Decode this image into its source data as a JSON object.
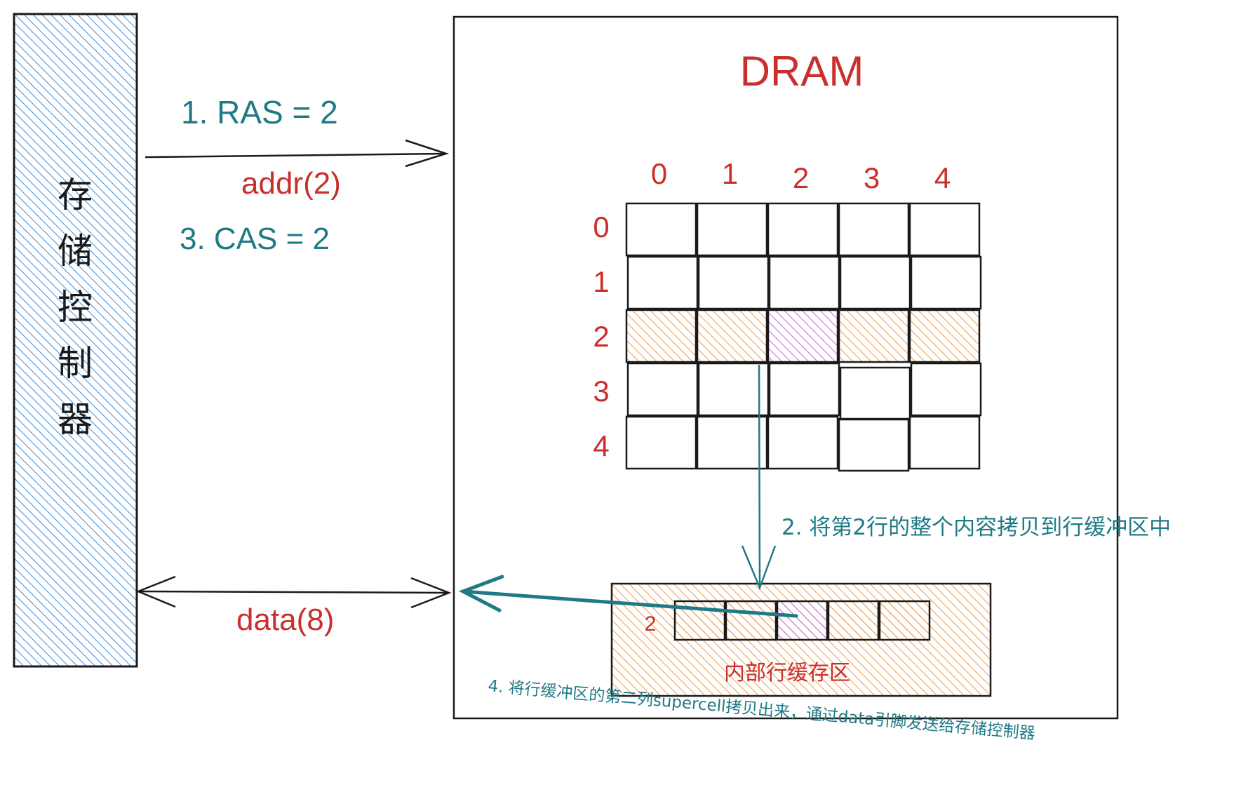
{
  "controller": {
    "label": "存储控制器"
  },
  "dram": {
    "title": "DRAM",
    "column_labels": [
      "0",
      "1",
      "2",
      "3",
      "4"
    ],
    "row_labels": [
      "0",
      "1",
      "2",
      "3",
      "4"
    ],
    "selected_row": 2,
    "selected_column": 2
  },
  "row_buffer": {
    "row_label": "2",
    "label": "内部行缓存区"
  },
  "signals": {
    "step1": "1. RAS = 2",
    "addr": "addr(2)",
    "step3": "3. CAS = 2",
    "data": "data(8)"
  },
  "steps": {
    "step2": "2. 将第2行的整个内容拷贝到行缓冲区中",
    "step4": "4. 将行缓冲区的第二列supercell拷贝出来，通过data引脚发送给存储控制器"
  },
  "colors": {
    "teal": "#1f7a86",
    "red": "#c9302c",
    "orange": "#f0a35c",
    "purple": "#c678d8",
    "blue_hatch": "#3b8fd9"
  }
}
